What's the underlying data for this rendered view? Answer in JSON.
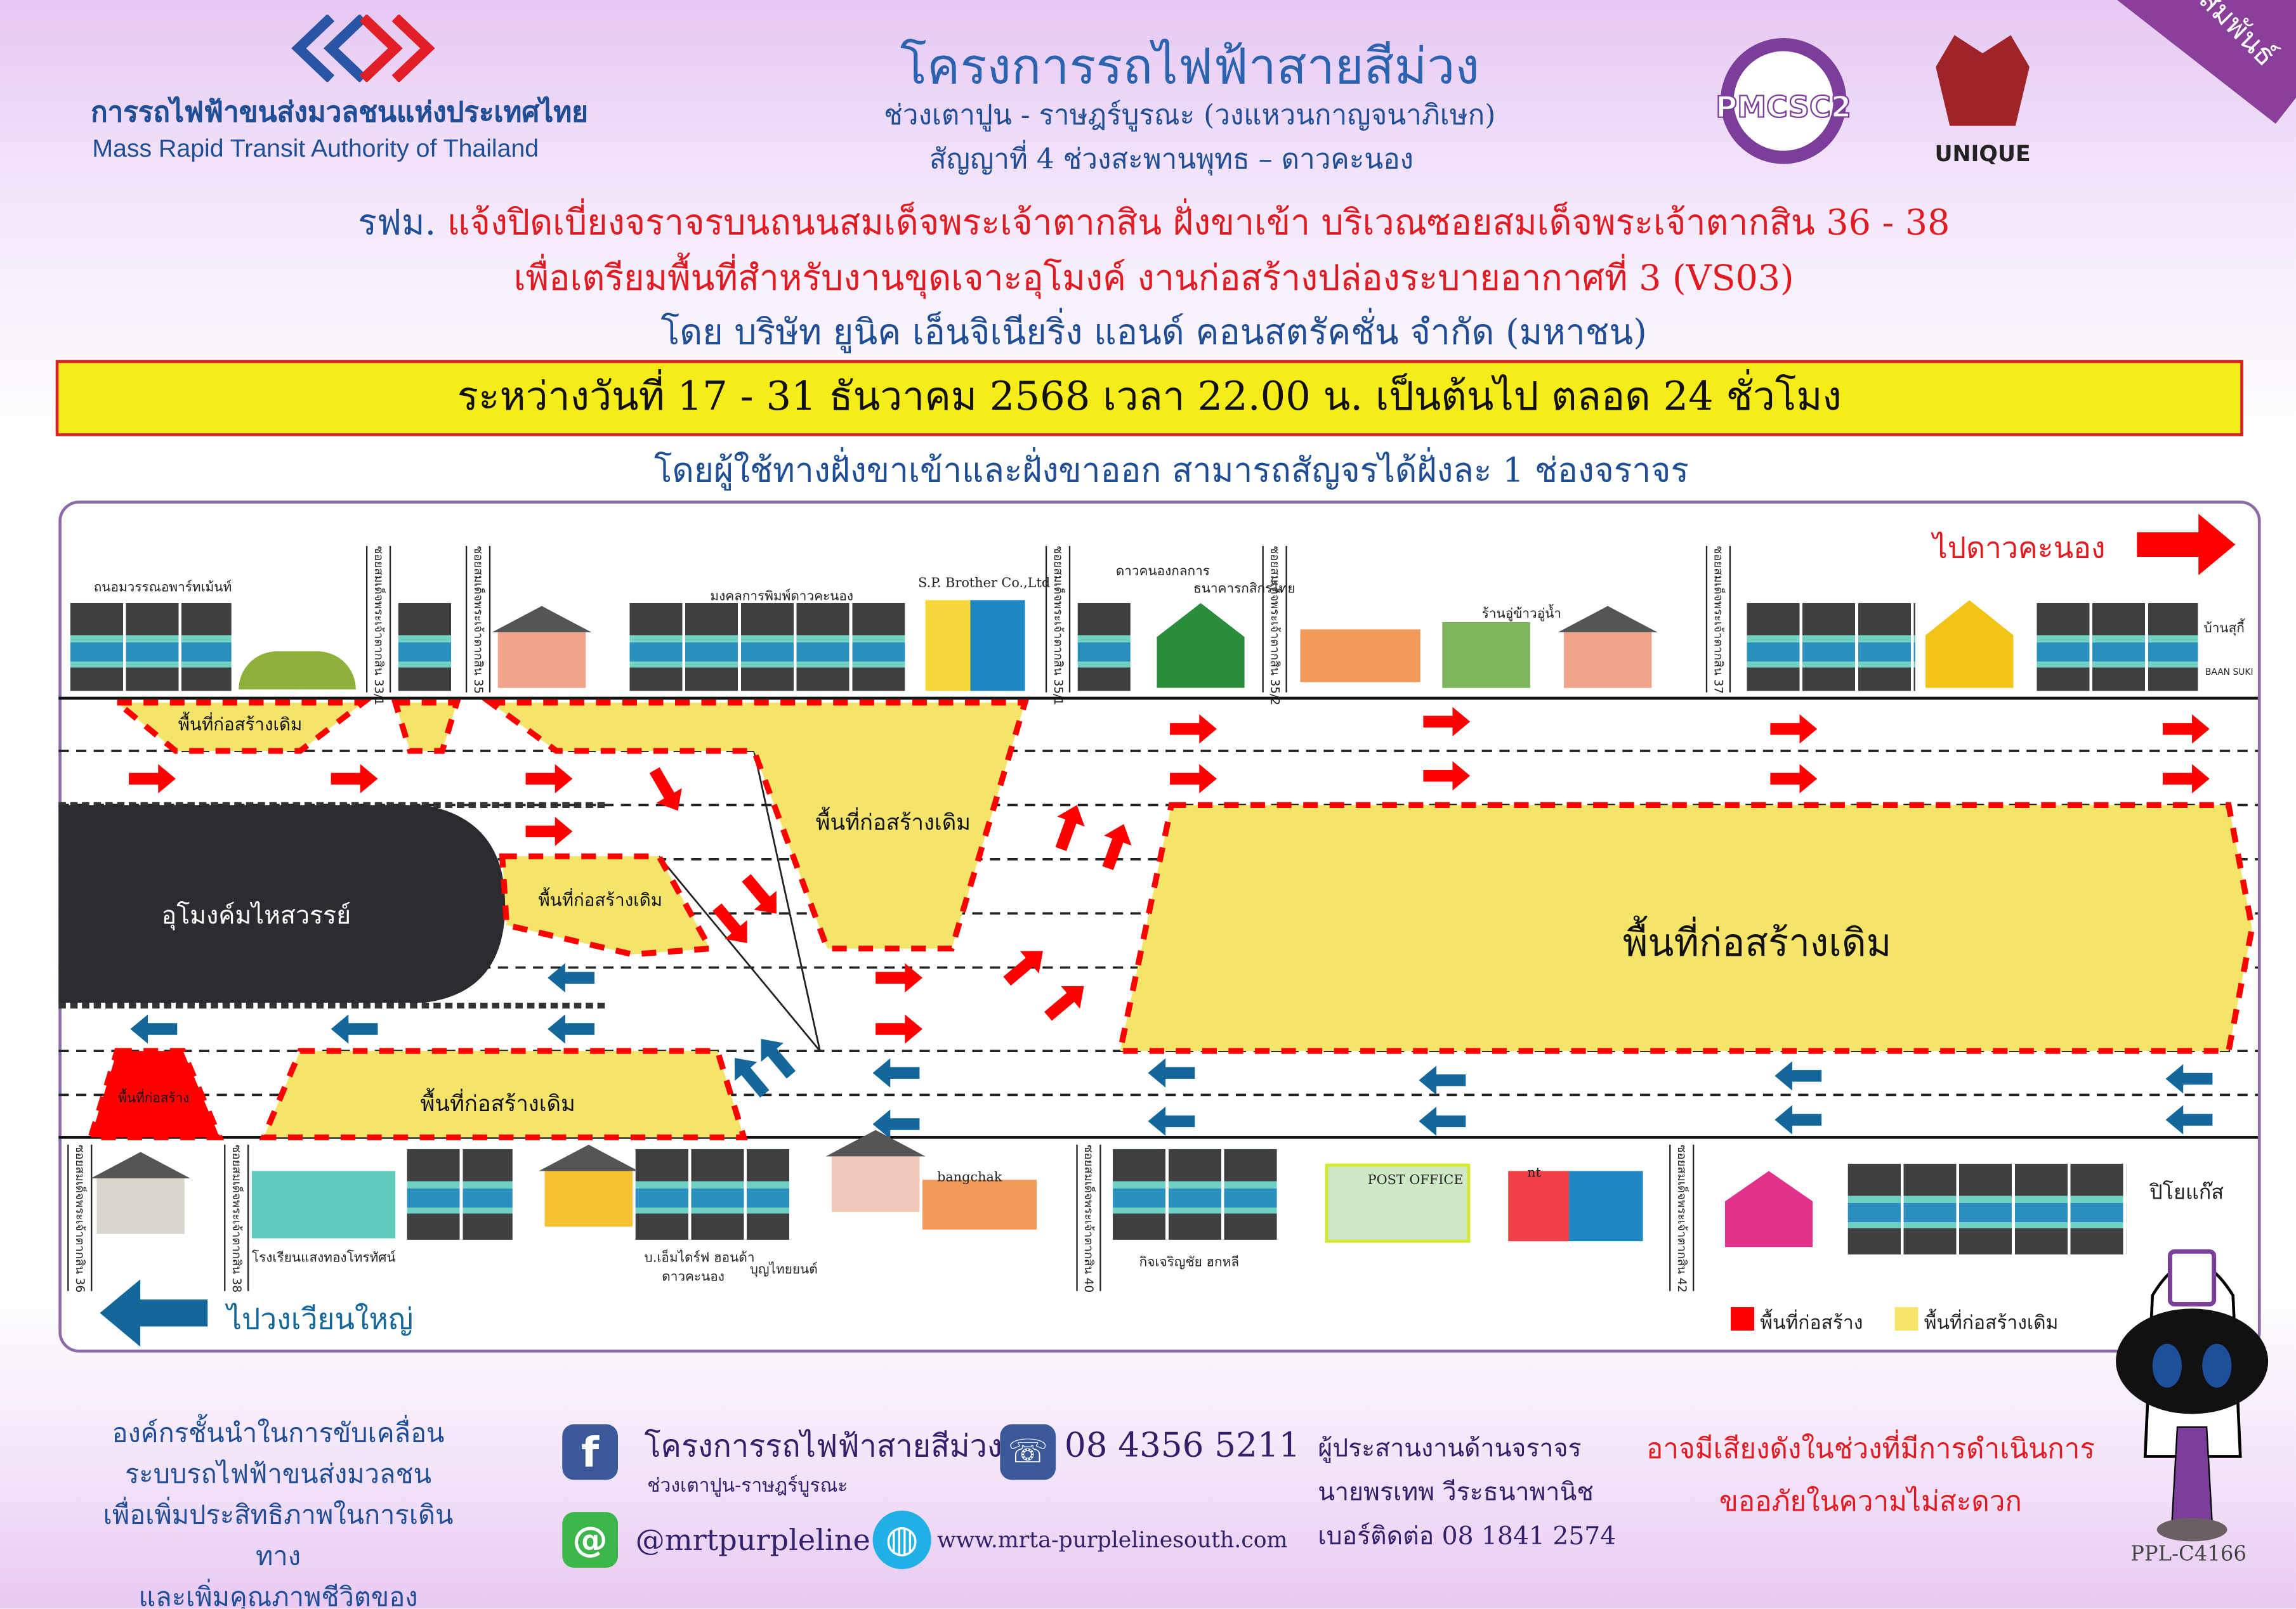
{
  "header": {
    "org_th": "การรถไฟฟ้าขนส่งมวลชนแห่งประเทศไทย",
    "org_en": "Mass Rapid Transit Authority of Thailand",
    "title": "โครงการรถไฟฟ้าสายสีม่วง",
    "subtitle1": "ช่วงเตาปูน - ราษฎร์บูรณะ (วงแหวนกาญจนาภิเษก)",
    "subtitle2": "สัญญาที่ 4 ช่วงสะพานพุทธ – ดาวคะนอง",
    "logo_pmcsc": "PMCSC2",
    "logo_unique": "UNIQUE",
    "ribbon": "ประชาสัมพันธ์"
  },
  "notice": {
    "line1_prefix": "รฟม.",
    "line1": "แจ้งปิดเบี่ยงจราจรบนถนนสมเด็จพระเจ้าตากสิน ฝั่งขาเข้า บริเวณซอยสมเด็จพระเจ้าตากสิน 36 - 38",
    "line2": "เพื่อเตรียมพื้นที่สำหรับงานขุดเจาะอุโมงค์ งานก่อสร้างปล่องระบายอากาศที่ 3 (VS03)",
    "line3": "โดย บริษัท ยูนิค เอ็นจิเนียริ่ง แอนด์ คอนสตรัคชั่น จำกัด (มหาชน)",
    "period": "ระหว่างวันที่ 17   - 31 ธันวาคม 2568 เวลา 22.00 น. เป็นต้นไป ตลอด 24 ชั่วโมง",
    "lanes": "โดยผู้ใช้ทางฝั่งขาเข้าและฝั่งขาออก สามารถสัญจรได้ฝั่งละ 1 ช่องจราจร"
  },
  "map": {
    "to_right": "ไปดาวคะนอง",
    "to_left": "ไปวงเวียนใหญ่",
    "tunnel": "อุโมงค์มไหสวรรย์",
    "existing_area": "พื้นที่ก่อสร้างเดิม",
    "construction_area": "พื้นที่ก่อสร้าง",
    "soi_top": [
      "ซอยสมเด็จพระเจ้าตากสิน 33/1",
      "ซอยสมเด็จพระเจ้าตากสิน 35",
      "ซอยสมเด็จพระเจ้าตากสิน 35/1",
      "ซอยสมเด็จพระเจ้าตากสิน 35/2",
      "ซอยสมเด็จพระเจ้าตากสิน 37"
    ],
    "soi_bottom": [
      "ซอยสมเด็จพระเจ้าตากสิน 36",
      "ซอยสมเด็จพระเจ้าตากสิน 38",
      "ซอยสมเด็จพระเจ้าตากสิน 40",
      "ซอยสมเด็จพระเจ้าตากสิน 42"
    ],
    "places_top": [
      "ถนอมวรรณอพาร์ทเม้นท์",
      "มงคลการพิมพ์ดาวคะนอง",
      "S.P. Brother Co.,Ltd",
      "ดาวคนองกลการ",
      "ธนาคารกสิกรไทย",
      "ร้านอู่ข้าวอู่น้ำ",
      "บ้านสุกี้",
      "BAAN SUKI"
    ],
    "places_bottom": [
      "โรงเรียนแสงทองโทรทัศน์",
      "บ.เอ็มไดร์ฟ ฮอนด้า",
      "ดาวคะนอง",
      "บุญไทยยนต์",
      "bangchak",
      "กิจเจริญชัย ฮกหลี",
      "POST OFFICE",
      "nt",
      "ปิโยแก๊ส"
    ],
    "legend": [
      {
        "label": "พื้นที่ก่อสร้าง",
        "color": "#ff0000"
      },
      {
        "label": "พื้นที่ก่อสร้างเดิม",
        "color": "#f5e46a"
      }
    ],
    "colors": {
      "inbound_arrow": "#ff0000",
      "outbound_arrow": "#13679a",
      "existing": "#f5e46a",
      "construction": "#ff0000",
      "tunnel": "#2b2b30"
    }
  },
  "footer": {
    "mission": [
      "องค์กรชั้นนำในการขับเคลื่อน",
      "ระบบรถไฟฟ้าขนส่งมวลชน",
      "เพื่อเพิ่มประสิทธิภาพในการเดินทาง",
      "และเพิ่มคุณภาพชีวิตของประชาชน"
    ],
    "facebook": "โครงการรถไฟฟ้าสายสีม่วง",
    "facebook_sub": "ช่วงเตาปูน-ราษฎร์บูรณะ",
    "line": "@mrtpurpleline",
    "website": "www.mrta-purplelinesouth.com",
    "phone": "08 4356 5211",
    "coordinator": [
      "ผู้ประสานงานด้านจราจร",
      "นายพรเทพ วีระธนาพานิช",
      "เบอร์ติดต่อ 08 1841 2574"
    ],
    "apology": [
      "อาจมีเสียงดังในช่วงที่มีการดำเนินการ",
      "ขออภัยในความไม่สะดวก"
    ],
    "code": "PPL-C4166"
  }
}
